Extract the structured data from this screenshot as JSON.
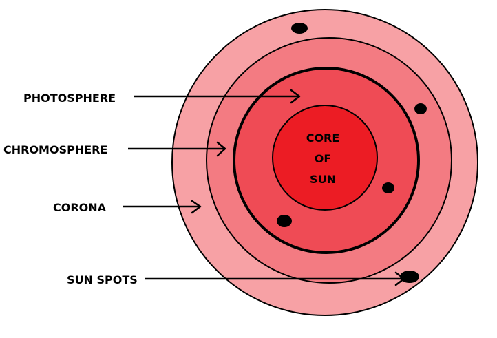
{
  "labels": {
    "photosphere": "PHOTOSPHERE",
    "chromosphere": "CHROMOSPHERE",
    "corona": "CORONA",
    "sun_spots": "SUN SPOTS"
  },
  "core": {
    "line1": "CORE",
    "line2": "OF",
    "line3": "SUN"
  },
  "colors": {
    "corona_fill": "#f7a1a5",
    "chromosphere_fill": "#f37b82",
    "photosphere_fill": "#ef4b55",
    "core_fill": "#ec1c24",
    "outline": "#000000",
    "sunspot": "#000000"
  }
}
